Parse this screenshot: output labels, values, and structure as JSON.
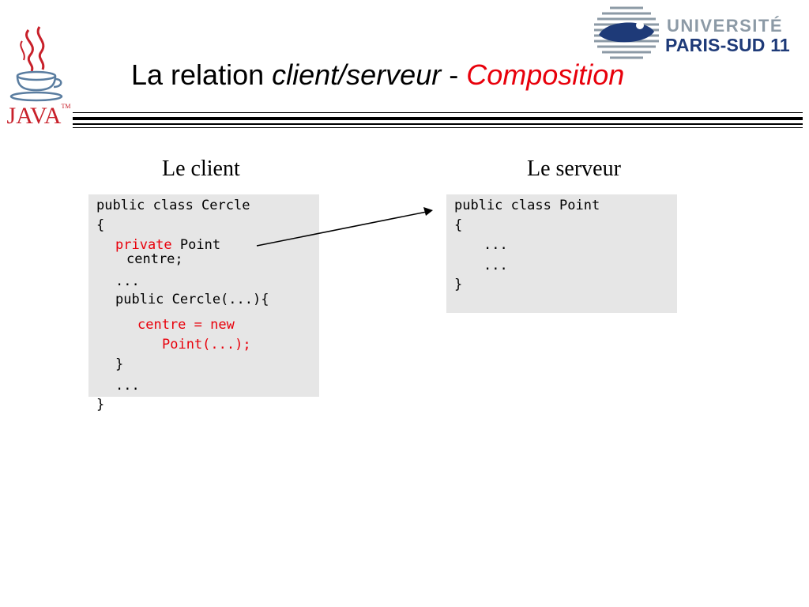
{
  "header": {
    "title_part1": "La relation ",
    "title_part2": "client/serveur",
    "title_part3": " - ",
    "title_part4": "Composition"
  },
  "logos": {
    "java": "JAVA",
    "java_tm": "TM",
    "university_line1": "UNIVERSITÉ",
    "university_line2": "PARIS-SUD 11"
  },
  "client": {
    "heading": "Le client",
    "lines": {
      "l1": "public class Cercle",
      "l2": "{",
      "l3_kw": "private",
      "l3_rest": " Point",
      "l4": "centre;",
      "l5": "...",
      "l6": "public Cercle(...){",
      "l7": "centre = new",
      "l8": "Point(...);",
      "l9": "}",
      "l10": "...",
      "l11": "}"
    }
  },
  "server": {
    "heading": "Le serveur",
    "lines": {
      "l1": "public class Point",
      "l2": "{",
      "l3": "...",
      "l4": "...",
      "l5": "}"
    }
  },
  "colors": {
    "accent_red": "#e8000b",
    "code_bg": "#e6e6e6",
    "java_red": "#c8202a",
    "univ_blue": "#1e3a78",
    "univ_gray": "#8c9aa6"
  }
}
